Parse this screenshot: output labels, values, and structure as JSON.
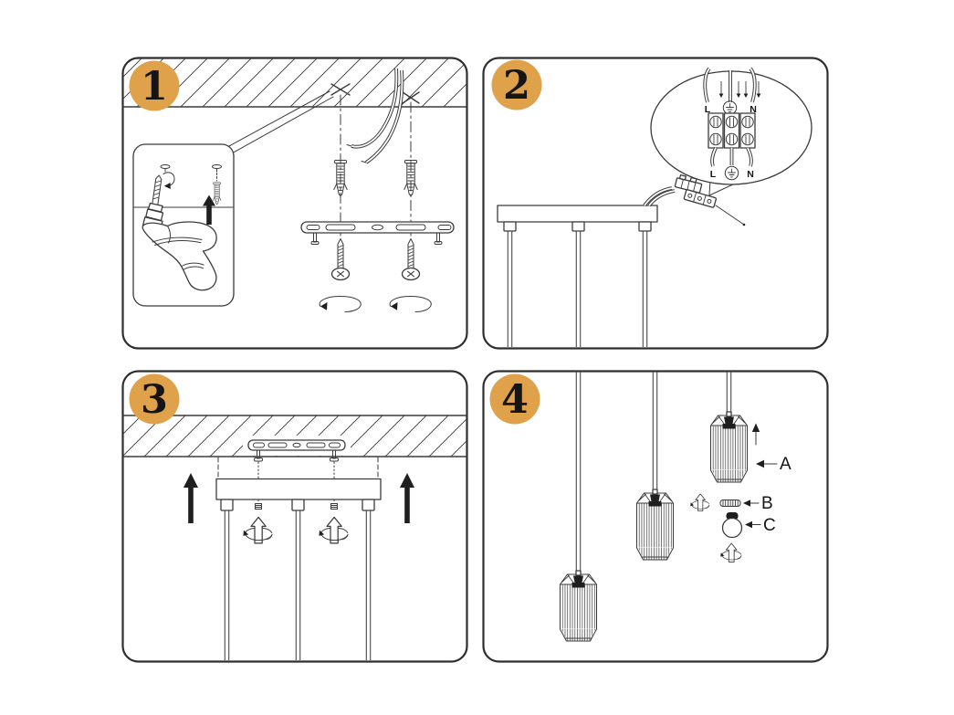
{
  "colors": {
    "badge": "#E0A14B",
    "line": "#3B3B3B",
    "panel_border": "#2E2E2E",
    "label_text": "#141414",
    "background": "#FFFFFF"
  },
  "steps": {
    "step1": {
      "number": "1"
    },
    "step2": {
      "number": "2",
      "wiring": {
        "top_live": "L",
        "top_neutral": "N",
        "bottom_live": "L",
        "bottom_neutral": "N"
      }
    },
    "step3": {
      "number": "3"
    },
    "step4": {
      "number": "4",
      "parts": {
        "shade": "A",
        "ring": "B",
        "bulb": "C"
      }
    }
  }
}
